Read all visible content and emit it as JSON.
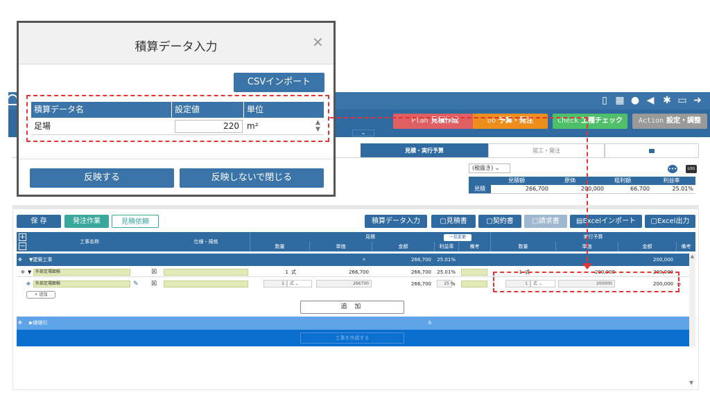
{
  "app": {
    "nav": [
      {
        "en": "Plan",
        "label": "見積作成",
        "color": "#e05f62"
      },
      {
        "en": "Do",
        "label": "予算・発注",
        "color": "#ec8d1c"
      },
      {
        "en": "Check",
        "label": "工種チェック",
        "color": "#4fbf6a"
      },
      {
        "en": "Action",
        "label": "設定・調整",
        "color": "#9a9a9a"
      }
    ],
    "tabs": [
      "見積・実行予算",
      "竣工・発注",
      ""
    ]
  },
  "summary": {
    "tax_select": "(税抜き)",
    "headers": [
      "見積額",
      "原価",
      "粗利額",
      "利益率"
    ],
    "row_label": "見積",
    "values": [
      "266,700",
      "200,000",
      "66,700",
      "25.01%"
    ]
  },
  "toolbar": {
    "save": "保 存",
    "order_work": "発注作業",
    "estimate_request": "見積依頼",
    "sekisan_input": "積算データ入力",
    "quote": "見積書",
    "contract": "契約書",
    "invoice": "請求書",
    "excel_import": "Excelインポート",
    "excel_export": "Excel出力"
  },
  "grid": {
    "col_name": "工事名称",
    "col_spec": "仕様・規格",
    "group_estimate": "見積",
    "group_budget": "実行予算",
    "bulk_change": "一括変更",
    "cols": [
      "数量",
      "単価",
      "金額",
      "利益率",
      "備考",
      "数量",
      "単価",
      "金額",
      "備考"
    ],
    "row_construction": {
      "name": "▼建築工事",
      "amount": "266,700",
      "rate": "25.01%",
      "budget": "200,000"
    },
    "row_category": {
      "name": "外部足場面積",
      "qty": "1",
      "unit": "式",
      "unit_price": "266,700",
      "amount": "266,700",
      "rate": "25.01%",
      "b_qty": "1",
      "b_unit": "式",
      "b_price": "200,000",
      "b_amount": "200,000"
    },
    "row_item": {
      "name": "外部足場面積",
      "qty": "1",
      "unit": "式",
      "unit_price": "266700",
      "amount": "266,700",
      "rate": "25",
      "pct": "%",
      "b_qty": "1",
      "b_unit": "式",
      "b_price": "200000",
      "b_amount": "200,000"
    },
    "add_small": "+ 追加",
    "add": "追 加",
    "row_discount": {
      "name": "▶値値引",
      "amount": "0"
    },
    "create": "工事を作成する"
  },
  "dialog": {
    "title": "積算データ入力",
    "csv_import": "CSVインポート",
    "headers": [
      "積算データ名",
      "設定値",
      "単位"
    ],
    "row": {
      "name": "足場",
      "value": "220",
      "unit": "m²"
    },
    "apply": "反映する",
    "close_no_apply": "反映しないで閉じる"
  },
  "colors": {
    "primary": "#3a74a8",
    "annotation": "#e53333"
  }
}
